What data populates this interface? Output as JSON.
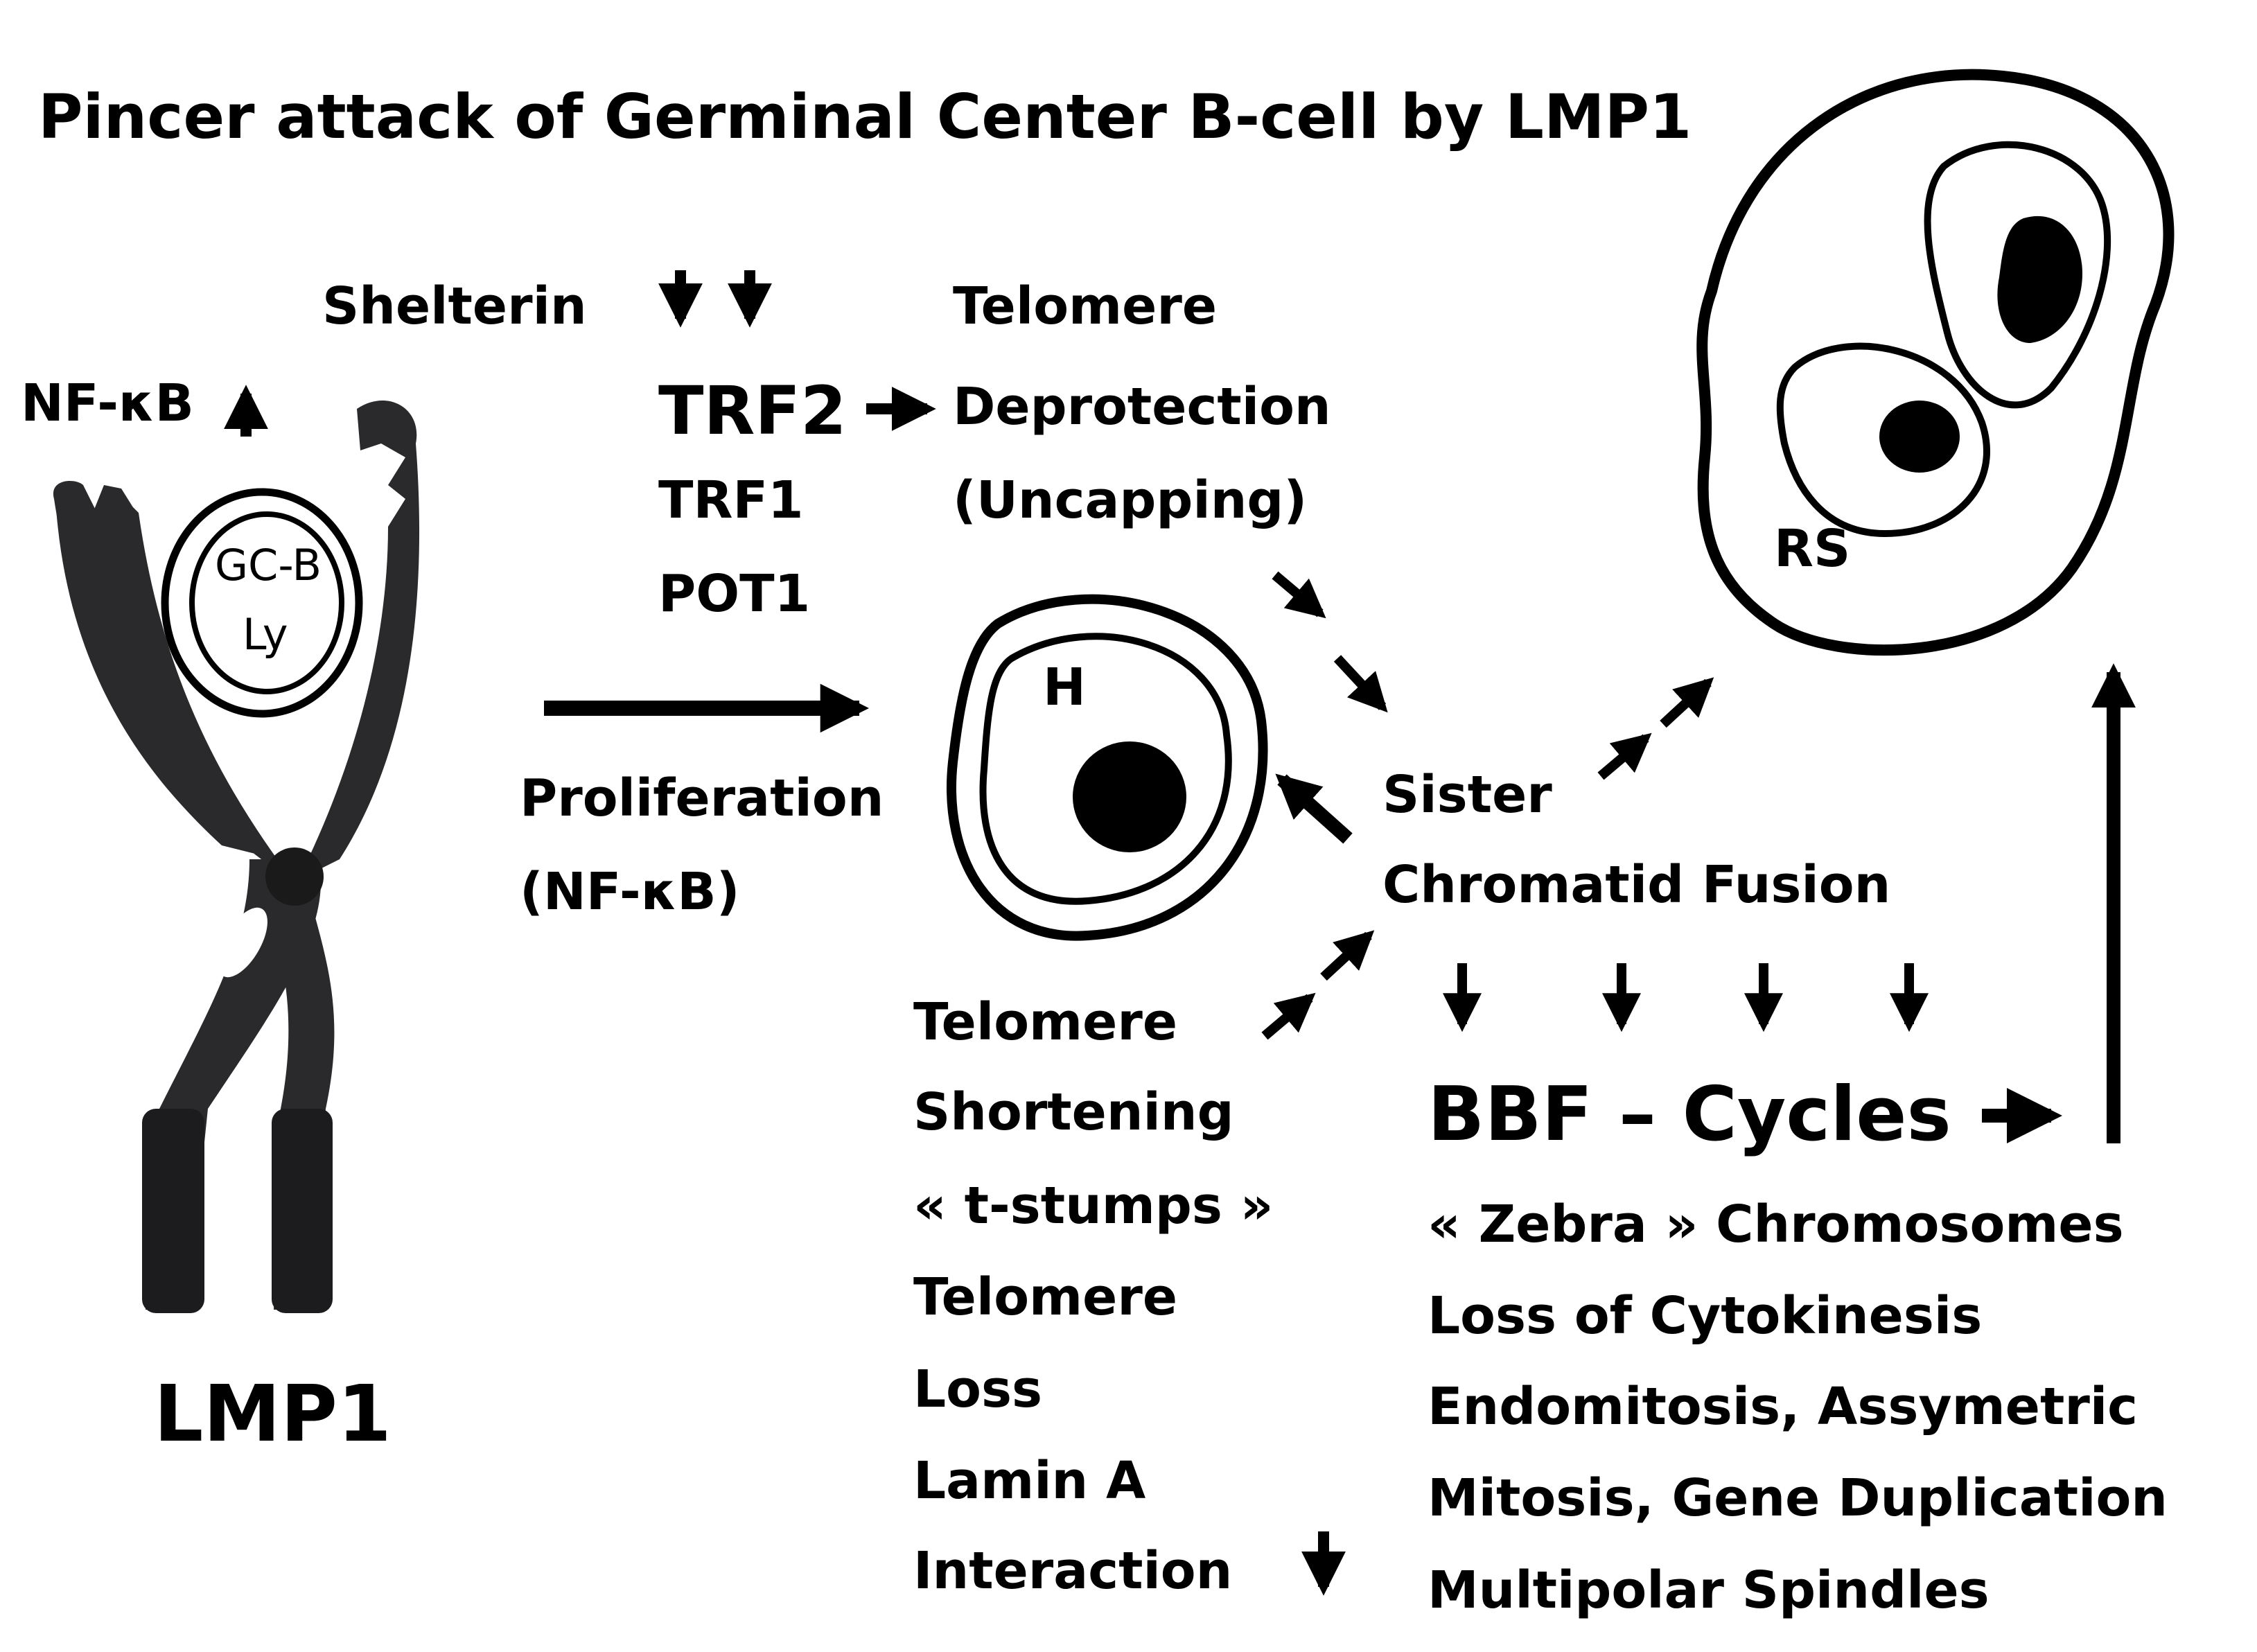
{
  "title": "Pincer attack of Germinal Center B-cell by LMP1",
  "pincer": {
    "label": "LMP1",
    "nfkb_label": "NF-κB",
    "cell_label_line1": "GC-B",
    "cell_label_line2": "Ly"
  },
  "shelterin": {
    "label": "Shelterin",
    "trf2": "TRF2",
    "trf1": "TRF1",
    "pot1": "POT1"
  },
  "proliferation": {
    "line1": "Proliferation",
    "line2": "(NF-κB)"
  },
  "telomere_deprotection": {
    "line1": "Telomere",
    "line2": "Deprotection",
    "line3": "(Uncapping)"
  },
  "h_cell": {
    "label": "H"
  },
  "rs_cell": {
    "label": "RS"
  },
  "sister_fusion": {
    "line1": "Sister",
    "line2": "Chromatid Fusion"
  },
  "telomere_shortening": {
    "lines": [
      "Telomere",
      "Shortening",
      "« t-stumps »",
      "Telomere",
      "Loss",
      "Lamin A",
      "Interaction"
    ]
  },
  "bbf": {
    "label": "BBF – Cycles"
  },
  "consequences": {
    "lines": [
      "« Zebra » Chromosomes",
      "Loss of Cytokinesis",
      "Endomitosis,  Assymetric",
      "Mitosis, Gene Duplication",
      "Multipolar Spindles"
    ]
  },
  "colors": {
    "ink": "#000000",
    "pincer": "#2a2a2c",
    "background": "#ffffff"
  }
}
